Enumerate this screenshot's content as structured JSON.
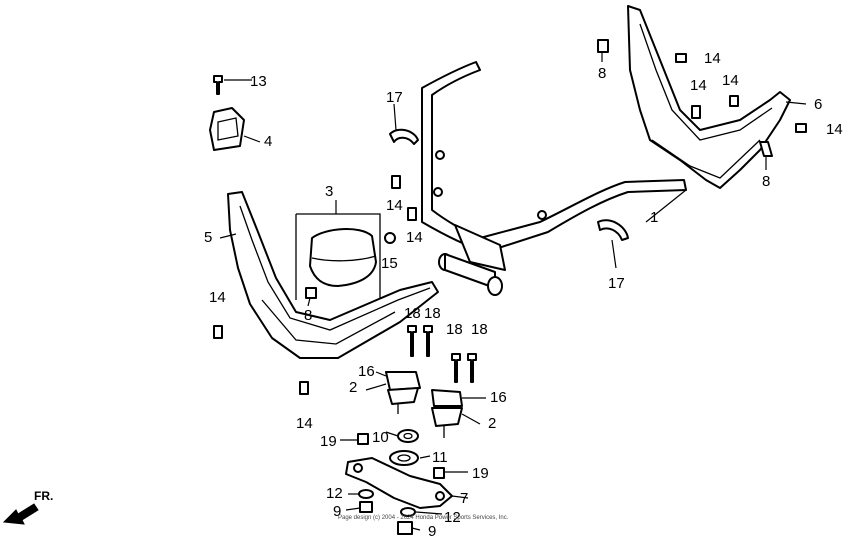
{
  "callouts": {
    "c1": "1",
    "c2a": "2",
    "c2b": "2",
    "c3": "3",
    "c4": "4",
    "c5": "5",
    "c6": "6",
    "c7": "7",
    "c8a": "8",
    "c8b": "8",
    "c8c": "8",
    "c9a": "9",
    "c9b": "9",
    "c10": "10",
    "c11": "11",
    "c12a": "12",
    "c12b": "12",
    "c13": "13",
    "c14a": "14",
    "c14b": "14",
    "c14c": "14",
    "c14d": "14",
    "c14e": "14",
    "c14f": "14",
    "c14g": "14",
    "c14h": "14",
    "c15": "15",
    "c16a": "16",
    "c16b": "16",
    "c17a": "17",
    "c17b": "17",
    "c18a": "18",
    "c18b": "18",
    "c18c": "18",
    "c18d": "18",
    "c19a": "19",
    "c19b": "19"
  },
  "direction_label": "FR.",
  "copyright": "Page design (c) 2004 - 2024 Honda Power Sports Services, Inc."
}
